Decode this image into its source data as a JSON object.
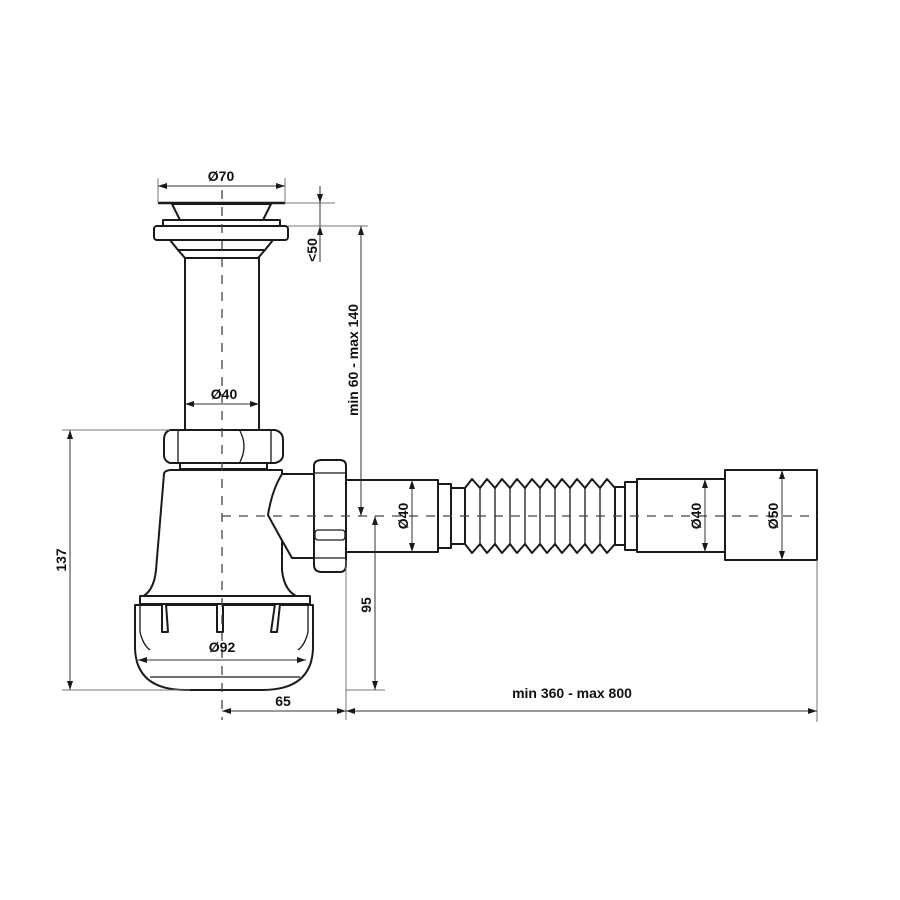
{
  "drawing": {
    "subject": "sink siphon with flexible outlet hose",
    "line_color": "#1a1a1a",
    "background": "#ffffff"
  },
  "dimensions": {
    "grate_diameter": "Ø70",
    "grate_height": "<50",
    "tailpiece_diameter": "Ø40",
    "inlet_height_range": "min 60 - max 140",
    "siphon_height": "137",
    "bottle_diameter": "Ø92",
    "outlet_height": "95",
    "offset_to_outlet": "65",
    "hose_length_range": "min 360 - max 800",
    "hose_inlet_diameter": "Ø40",
    "hose_outlet_inner_diameter": "Ø40",
    "hose_outlet_sleeve_diameter": "Ø50"
  }
}
